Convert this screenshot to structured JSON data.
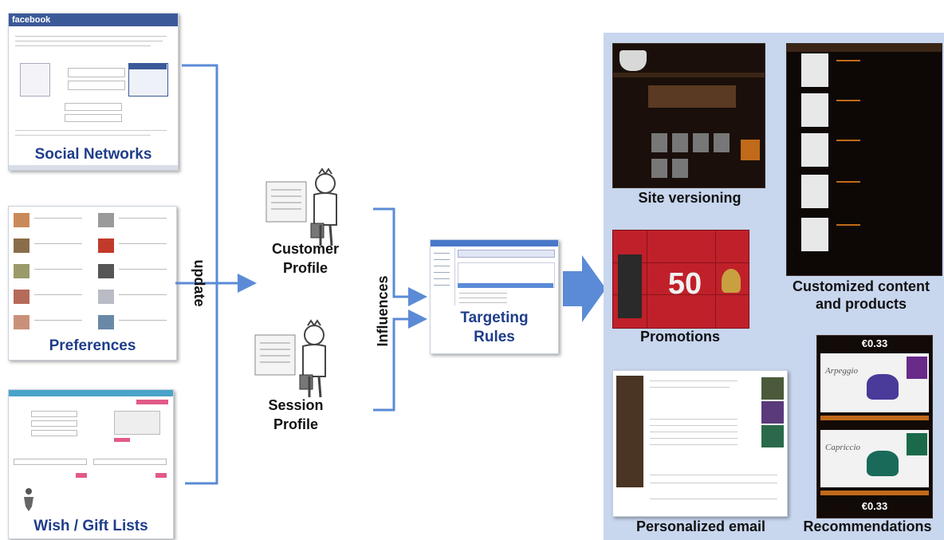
{
  "sources": {
    "social": {
      "title": "Social Networks",
      "brand": "facebook"
    },
    "preferences": {
      "title": "Preferences"
    },
    "wishlists": {
      "title": "Wish / Gift Lists"
    }
  },
  "connector_label": "update",
  "profiles": {
    "customer": {
      "line1": "Customer",
      "line2": "Profile"
    },
    "session": {
      "line1": "Session",
      "line2": "Profile"
    }
  },
  "influences_label": "Influences",
  "targeting": {
    "line1": "Targeting",
    "line2": "Rules"
  },
  "outputs": {
    "site_versioning": "Site versioning",
    "customized": {
      "line1": "Customized content",
      "line2": "and products"
    },
    "promotions": "Promotions",
    "promo_text": "50",
    "email": "Personalized email",
    "recommendations": "Recommendations",
    "price1": "€0.33",
    "price2": "€0.33",
    "capsule1": "Arpeggio",
    "capsule2": "Capriccio"
  },
  "colors": {
    "arrow": "#5b8bd6",
    "panel": "#c8d6ee",
    "label_blue": "#1f3d8a"
  }
}
